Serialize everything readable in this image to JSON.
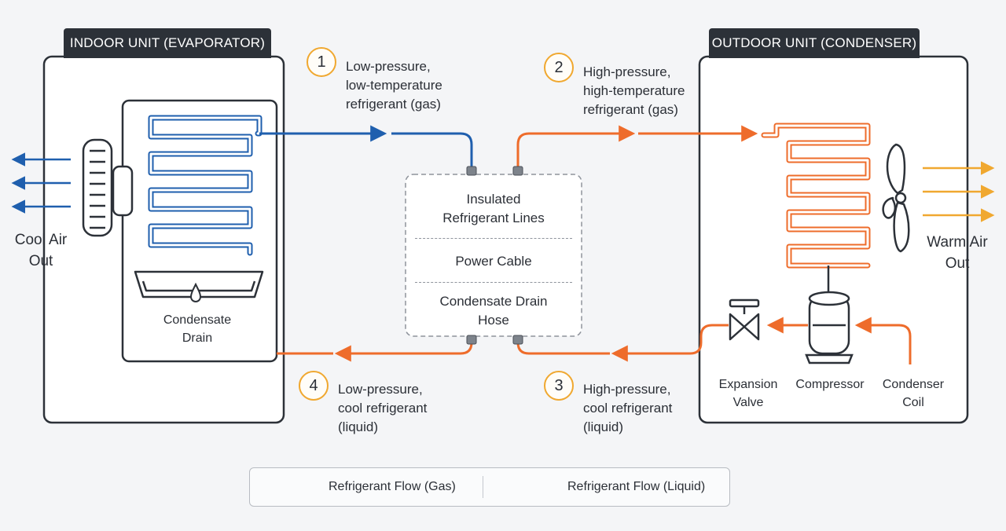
{
  "indoor": {
    "title": "INDOOR UNIT (EVAPORATOR)",
    "cool_air_line1": "Cool Air",
    "cool_air_line2": "Out",
    "drain_line1": "Condensate",
    "drain_line2": "Drain"
  },
  "outdoor": {
    "title": "OUTDOOR UNIT (CONDENSER)",
    "warm_air_line1": "Warm Air",
    "warm_air_line2": "Out",
    "expansion_line1": "Expansion",
    "expansion_line2": "Valve",
    "compressor": "Compressor",
    "coil_line1": "Condenser",
    "coil_line2": "Coil"
  },
  "steps": [
    {
      "num": "1",
      "line1": "Low-pressure,",
      "line2": "low-temperature",
      "line3": "refrigerant (gas)"
    },
    {
      "num": "2",
      "line1": "High-pressure,",
      "line2": "high-temperature",
      "line3": "refrigerant (gas)"
    },
    {
      "num": "3",
      "line1": "High-pressure,",
      "line2": "cool refrigerant",
      "line3": "(liquid)"
    },
    {
      "num": "4",
      "line1": "Low-pressure,",
      "line2": "cool refrigerant",
      "line3": "(liquid)"
    }
  ],
  "pipe_panel": {
    "refrigerant_line1": "Insulated",
    "refrigerant_line2": "Refrigerant Lines",
    "power": "Power Cable",
    "drain_line1": "Condensate Drain",
    "drain_line2": "Hose"
  },
  "legend": {
    "gas": "Refrigerant Flow (Gas)",
    "liquid": "Refrigerant Flow (Liquid)"
  },
  "colors": {
    "gas": "#1f5fae",
    "liquid": "#ee6c2b",
    "warm_air": "#f0a830",
    "outline": "#2c3138"
  }
}
